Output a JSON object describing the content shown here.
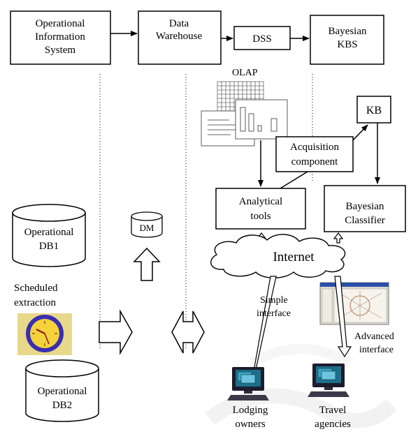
{
  "boxes": {
    "ois": [
      "Operational",
      "Information",
      "System"
    ],
    "dw": [
      "Data",
      "Warehouse"
    ],
    "dss": "DSS",
    "bkbs": [
      "Bayesian",
      "KBS"
    ],
    "kb": "KB",
    "acq": [
      "Acquisition",
      "component"
    ],
    "analytical": [
      "Analytical",
      "tools"
    ],
    "classifier": [
      "Bayesian",
      "Classifier"
    ]
  },
  "olap_label": "OLAP",
  "databases": {
    "db1": [
      "Operational",
      "DB1"
    ],
    "db2": [
      "Operational",
      "DB2"
    ],
    "dm": "DM"
  },
  "scheduled": [
    "Scheduled",
    "extraction"
  ],
  "internet": "Internet",
  "simple_interface": [
    "Simple",
    "interface"
  ],
  "advanced_interface": [
    "Advanced",
    "interface"
  ],
  "users": {
    "lodging": [
      "Lodging",
      "owners"
    ],
    "travel": [
      "Travel",
      "agencies"
    ]
  },
  "icons": [
    "clock-icon",
    "computer-icon",
    "olap-chart-icon",
    "screenshot-thumbnail-icon",
    "cloud-icon"
  ],
  "colors": {
    "line": "#000000",
    "clock_face": "#f4d23c",
    "clock_rim": "#3a2fb0",
    "clock_bg": "#e8d98a",
    "watermark": "#ececec"
  }
}
